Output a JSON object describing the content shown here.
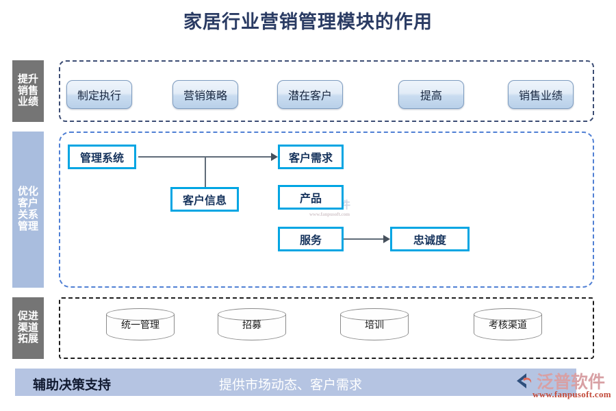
{
  "title": "家居行业营销管理模块的作用",
  "sections": [
    {
      "id": "boost-sales",
      "label": "提升\n销售\n业绩",
      "items": [
        {
          "label": "制定执行"
        },
        {
          "label": "营销策略"
        },
        {
          "label": "潜在客户"
        },
        {
          "label": "提高"
        },
        {
          "label": "销售业绩"
        }
      ]
    },
    {
      "id": "optimize-crm",
      "label": "优化\n客户\n关系\n管理",
      "items": [
        {
          "label": "管理系统"
        },
        {
          "label": "客户信息"
        },
        {
          "label": "客户需求"
        },
        {
          "label": "产品"
        },
        {
          "label": "服务"
        },
        {
          "label": "忠诚度"
        }
      ]
    },
    {
      "id": "promote-channel",
      "label": "促进\n渠道\n拓展",
      "items": [
        {
          "label": "统一管理"
        },
        {
          "label": "招募"
        },
        {
          "label": "培训"
        },
        {
          "label": "考核渠道"
        }
      ]
    }
  ],
  "footer": {
    "left": "辅助决策支持",
    "right": "提供市场动态、客户需求"
  },
  "logo": {
    "name": "泛普软件",
    "url": "www.fanpusoft.com"
  },
  "watermark": {
    "name": "泛普软件",
    "url": "www.fanpusoft.com"
  },
  "colors": {
    "title": "#2a3b63",
    "label_gray": "#757575",
    "label_blue": "#a9bdde",
    "box_border_cyan": "#00a5e3",
    "box_text": "#16335c",
    "footer_bar": "#b5c4e2",
    "connector": "#5f6b78",
    "logo_url": "#c24a3a"
  }
}
